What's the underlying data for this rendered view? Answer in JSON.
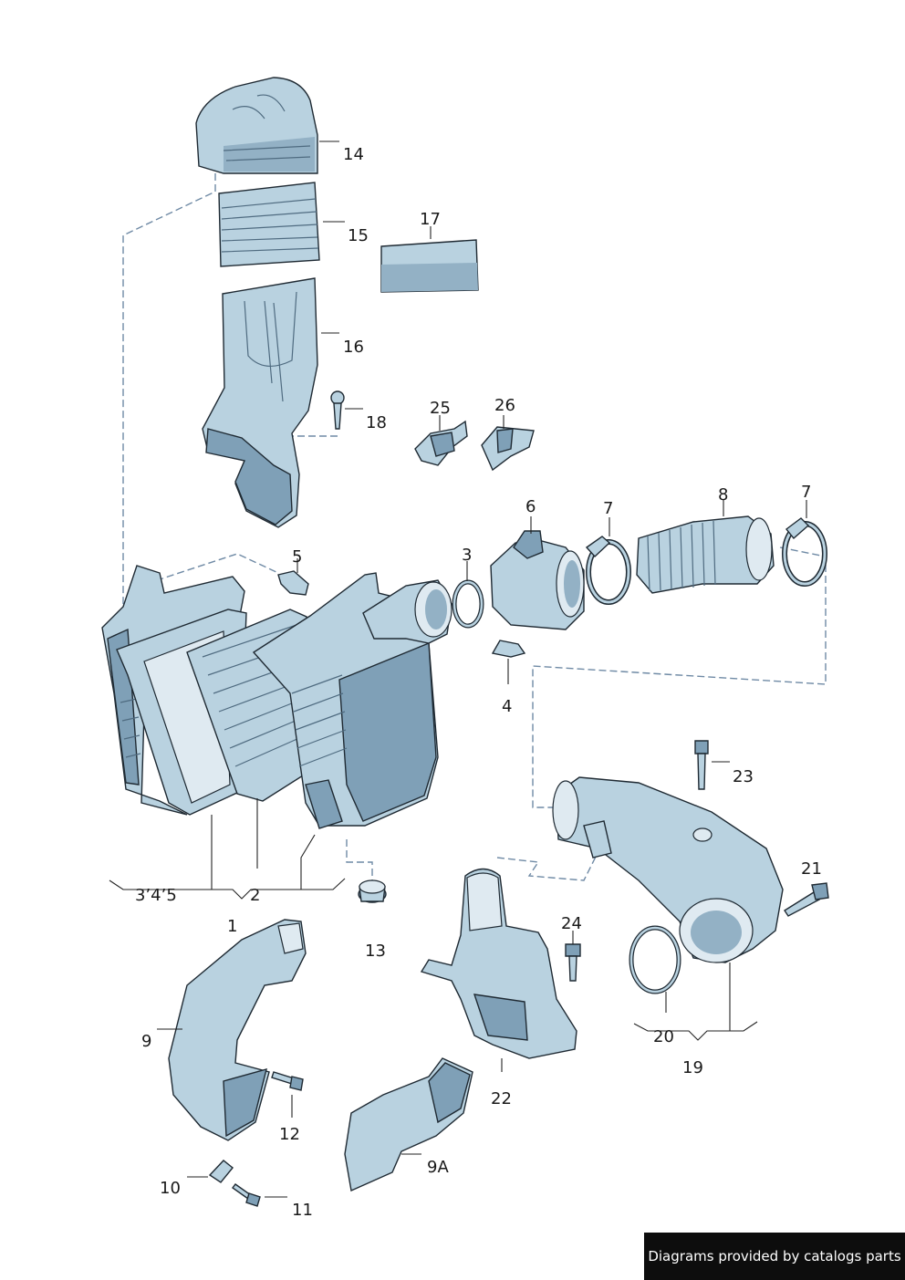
{
  "callouts": {
    "c1": "1",
    "c2": "2",
    "c3": "3",
    "c3_4_5": "3’4’5",
    "c4": "4",
    "c5": "5",
    "c6": "6",
    "c7a": "7",
    "c7b": "7",
    "c8": "8",
    "c9": "9",
    "c9a": "9A",
    "c10": "10",
    "c11": "11",
    "c12": "12",
    "c13": "13",
    "c14": "14",
    "c15": "15",
    "c16": "16",
    "c17": "17",
    "c18": "18",
    "c19": "19",
    "c20": "20",
    "c21": "21",
    "c22": "22",
    "c23": "23",
    "c24": "24",
    "c25": "25",
    "c26": "26"
  },
  "footer": {
    "text": "Diagrams provided by catalogs parts"
  },
  "colors": {
    "part_fill": "#b9d2e0",
    "part_dark": "#7fa0b7",
    "outline": "#1f2a33",
    "dashed_line": "#6f8aa5"
  }
}
